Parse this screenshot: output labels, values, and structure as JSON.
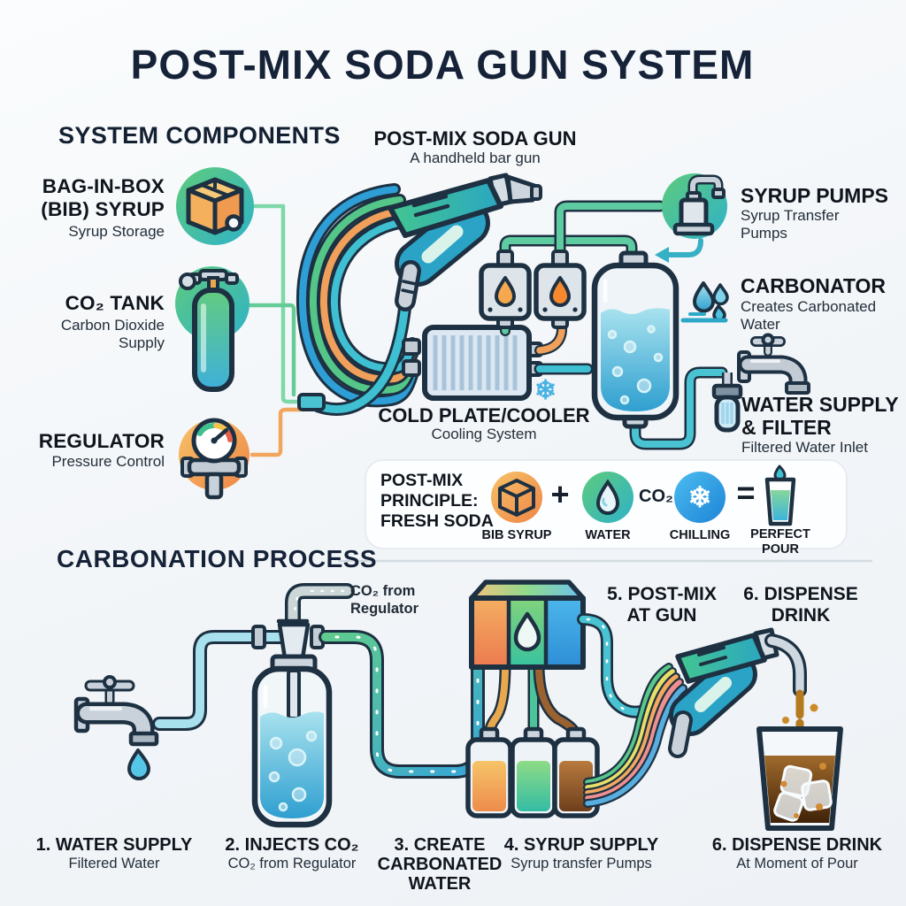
{
  "title": "POST-MIX SODA GUN SYSTEM",
  "components": {
    "heading": "SYSTEM COMPONENTS",
    "bib": {
      "name": "BAG-IN-BOX\n(BIB) SYRUP",
      "desc": "Syrup Storage"
    },
    "co2": {
      "name": "CO₂ TANK",
      "desc": "Carbon Dioxide\nSupply"
    },
    "regulator": {
      "name": "REGULATOR",
      "desc": "Pressure Control"
    }
  },
  "gun": {
    "name": "POST-MIX SODA GUN",
    "desc": "A handheld bar gun"
  },
  "cold_plate": {
    "name": "COLD PLATE/COOLER",
    "desc": "Cooling System"
  },
  "syrup_pumps": {
    "name": "SYRUP PUMPS",
    "desc": "Syrup Transfer\nPumps"
  },
  "carbonator": {
    "name": "CARBONATOR",
    "desc": "Creates Carbonated\nWater"
  },
  "water_supply": {
    "name": "WATER SUPPLY\n& FILTER",
    "desc": "Filtered Water Inlet"
  },
  "principle": {
    "heading": "POST-MIX\nPRINCIPLE:\nFRESH SODA",
    "item1": "BIB SYRUP",
    "plus": "+",
    "item2": "WATER",
    "co2": "CO₂",
    "item3": "CHILLING",
    "equals": "=",
    "result": "PERFECT\nPOUR"
  },
  "process": {
    "heading": "CARBONATION PROCESS",
    "co2_note": "CO₂ from\nRegulator",
    "step5": "5. POST-MIX\nAT GUN",
    "step6": "6. DISPENSE\nDRINK",
    "captions": [
      {
        "label": "1. WATER SUPPLY",
        "desc": "Filtered Water"
      },
      {
        "label": "2. INJECTS CO₂",
        "desc": "CO₂ from Regulator"
      },
      {
        "label": "3. CREATE\nCARBONATED\nWATER",
        "desc": ""
      },
      {
        "label": "4. SYRUP SUPPLY",
        "desc": "Syrup transfer Pumps"
      },
      {
        "label": "6. DISPENSE DRINK",
        "desc": "At Moment of Pour"
      }
    ]
  },
  "icons": {
    "snowflake": "❄"
  },
  "colors": {
    "ink": "#1d3142",
    "title": "#152238",
    "teal": "#3fc0d2",
    "green": "#54c688",
    "orange": "#f0a05a",
    "blue": "#2e9ed6"
  }
}
